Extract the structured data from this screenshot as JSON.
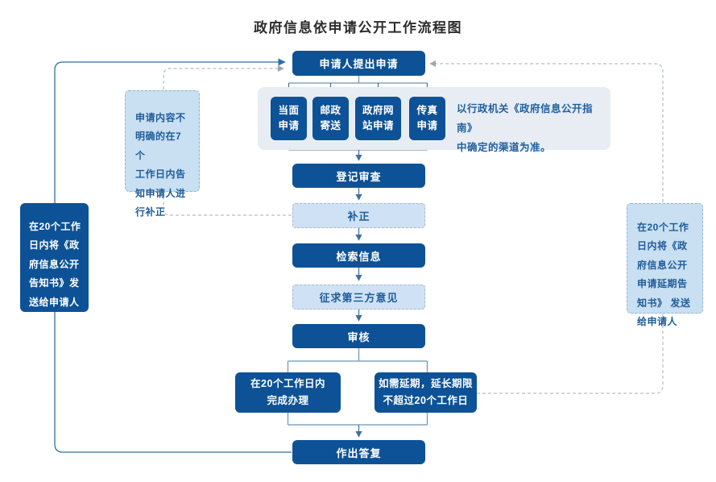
{
  "title": "政府信息依申请公开工作流程图",
  "colors": {
    "primary_dark_blue": "#0d5296",
    "light_node_fill": "#cfe2f5",
    "panel_fill": "#e8edf3",
    "side_note_fill": "#c9dff2",
    "blue_text": "#1f5c99",
    "solid_line": "#2e6da4",
    "dashed_line": "#b3bdc7"
  },
  "flow": {
    "start": "申请人提出申请",
    "channels": [
      "当面\n申请",
      "邮政\n寄送",
      "政府网\n站申请",
      "传真\n申请"
    ],
    "channel_note": "以行政机关《政府信息公开指南》\n中确定的渠道为准。",
    "register": "登记审查",
    "supplement": "补正",
    "search": "检索信息",
    "third_party": "征求第三方意见",
    "review": "审核",
    "complete": "在20个工作日内\n完成办理",
    "extension": "如需延期，延长期限\n不超过20个工作日",
    "reply": "作出答复"
  },
  "side_notes": {
    "left_supplement_note": "申请内容不\n明确的在7个\n工作日内告\n知申请人进\n行补正",
    "left_notice": "在20个工作\n日内将《政\n府信息公开\n告知书》发\n送给申请人",
    "right_notice": "在20个工作\n日内将《政\n府信息公开\n申请延期告\n知书》 发送\n给申请人"
  }
}
